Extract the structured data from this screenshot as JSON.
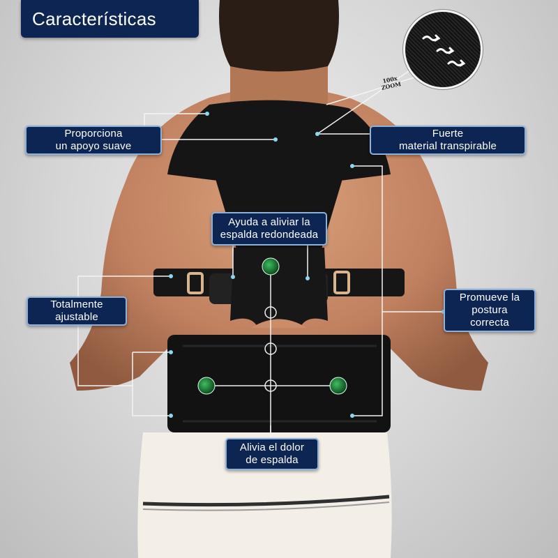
{
  "title": "Características",
  "zoom": {
    "caption_line1": "100x",
    "caption_line2": "ZOOM"
  },
  "features": {
    "soft_support": [
      "Proporciona",
      "un apoyo suave"
    ],
    "breathable": [
      "Fuerte",
      "material transpirable"
    ],
    "rounded_back": [
      "Ayuda a aliviar la",
      "espalda redondeada"
    ],
    "adjustable": [
      "Totalmente",
      "ajustable"
    ],
    "posture": [
      "Promueve la",
      "postura",
      "correcta"
    ],
    "back_pain": [
      "Alivia el dolor",
      "de espalda"
    ]
  },
  "colors": {
    "label_bg": "#0d2553",
    "label_border": "#8fb1d8",
    "callout_line": "#ffffff",
    "brace": "#141414",
    "skin": "#c98d68",
    "magnet": "#1f7a35"
  }
}
